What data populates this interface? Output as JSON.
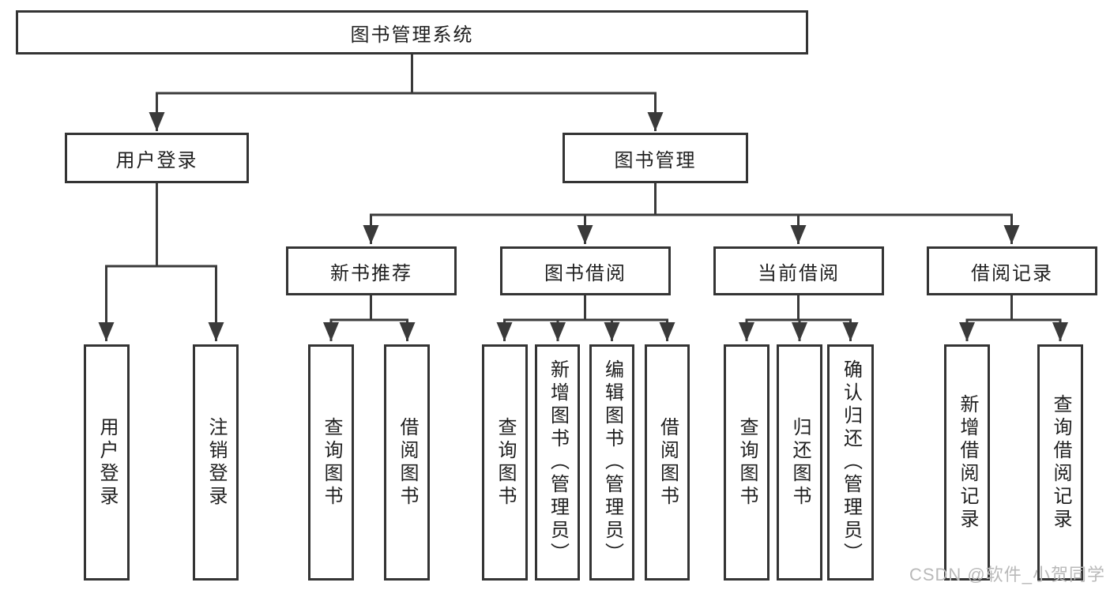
{
  "watermark": "CSDN @软件_小贺同学",
  "colors": {
    "background": "#ffffff",
    "box_border": "#343434",
    "connector_line": "#3a3a3a",
    "text": "#1f1f1f",
    "watermark_text": "#b9b9b9"
  },
  "nodes": {
    "root": "图书管理系统",
    "level2": {
      "user_login": "用户登录",
      "book_mgmt": "图书管理"
    },
    "level3": {
      "new_books": "新书推荐",
      "book_borrow": "图书借阅",
      "current_borrow": "当前借阅",
      "borrow_records": "借阅记录"
    },
    "leaves": {
      "user_login": [
        "用户登录",
        "注销登录"
      ],
      "new_books": [
        "查询图书",
        "借阅图书"
      ],
      "book_borrow": [
        "查询图书",
        "新增图书（管理员）",
        "编辑图书（管理员）",
        "借阅图书"
      ],
      "current_borrow": [
        "查询图书",
        "归还图书",
        "确认归还（管理员）"
      ],
      "borrow_records": [
        "新增借阅记录",
        "查询借阅记录"
      ]
    }
  }
}
